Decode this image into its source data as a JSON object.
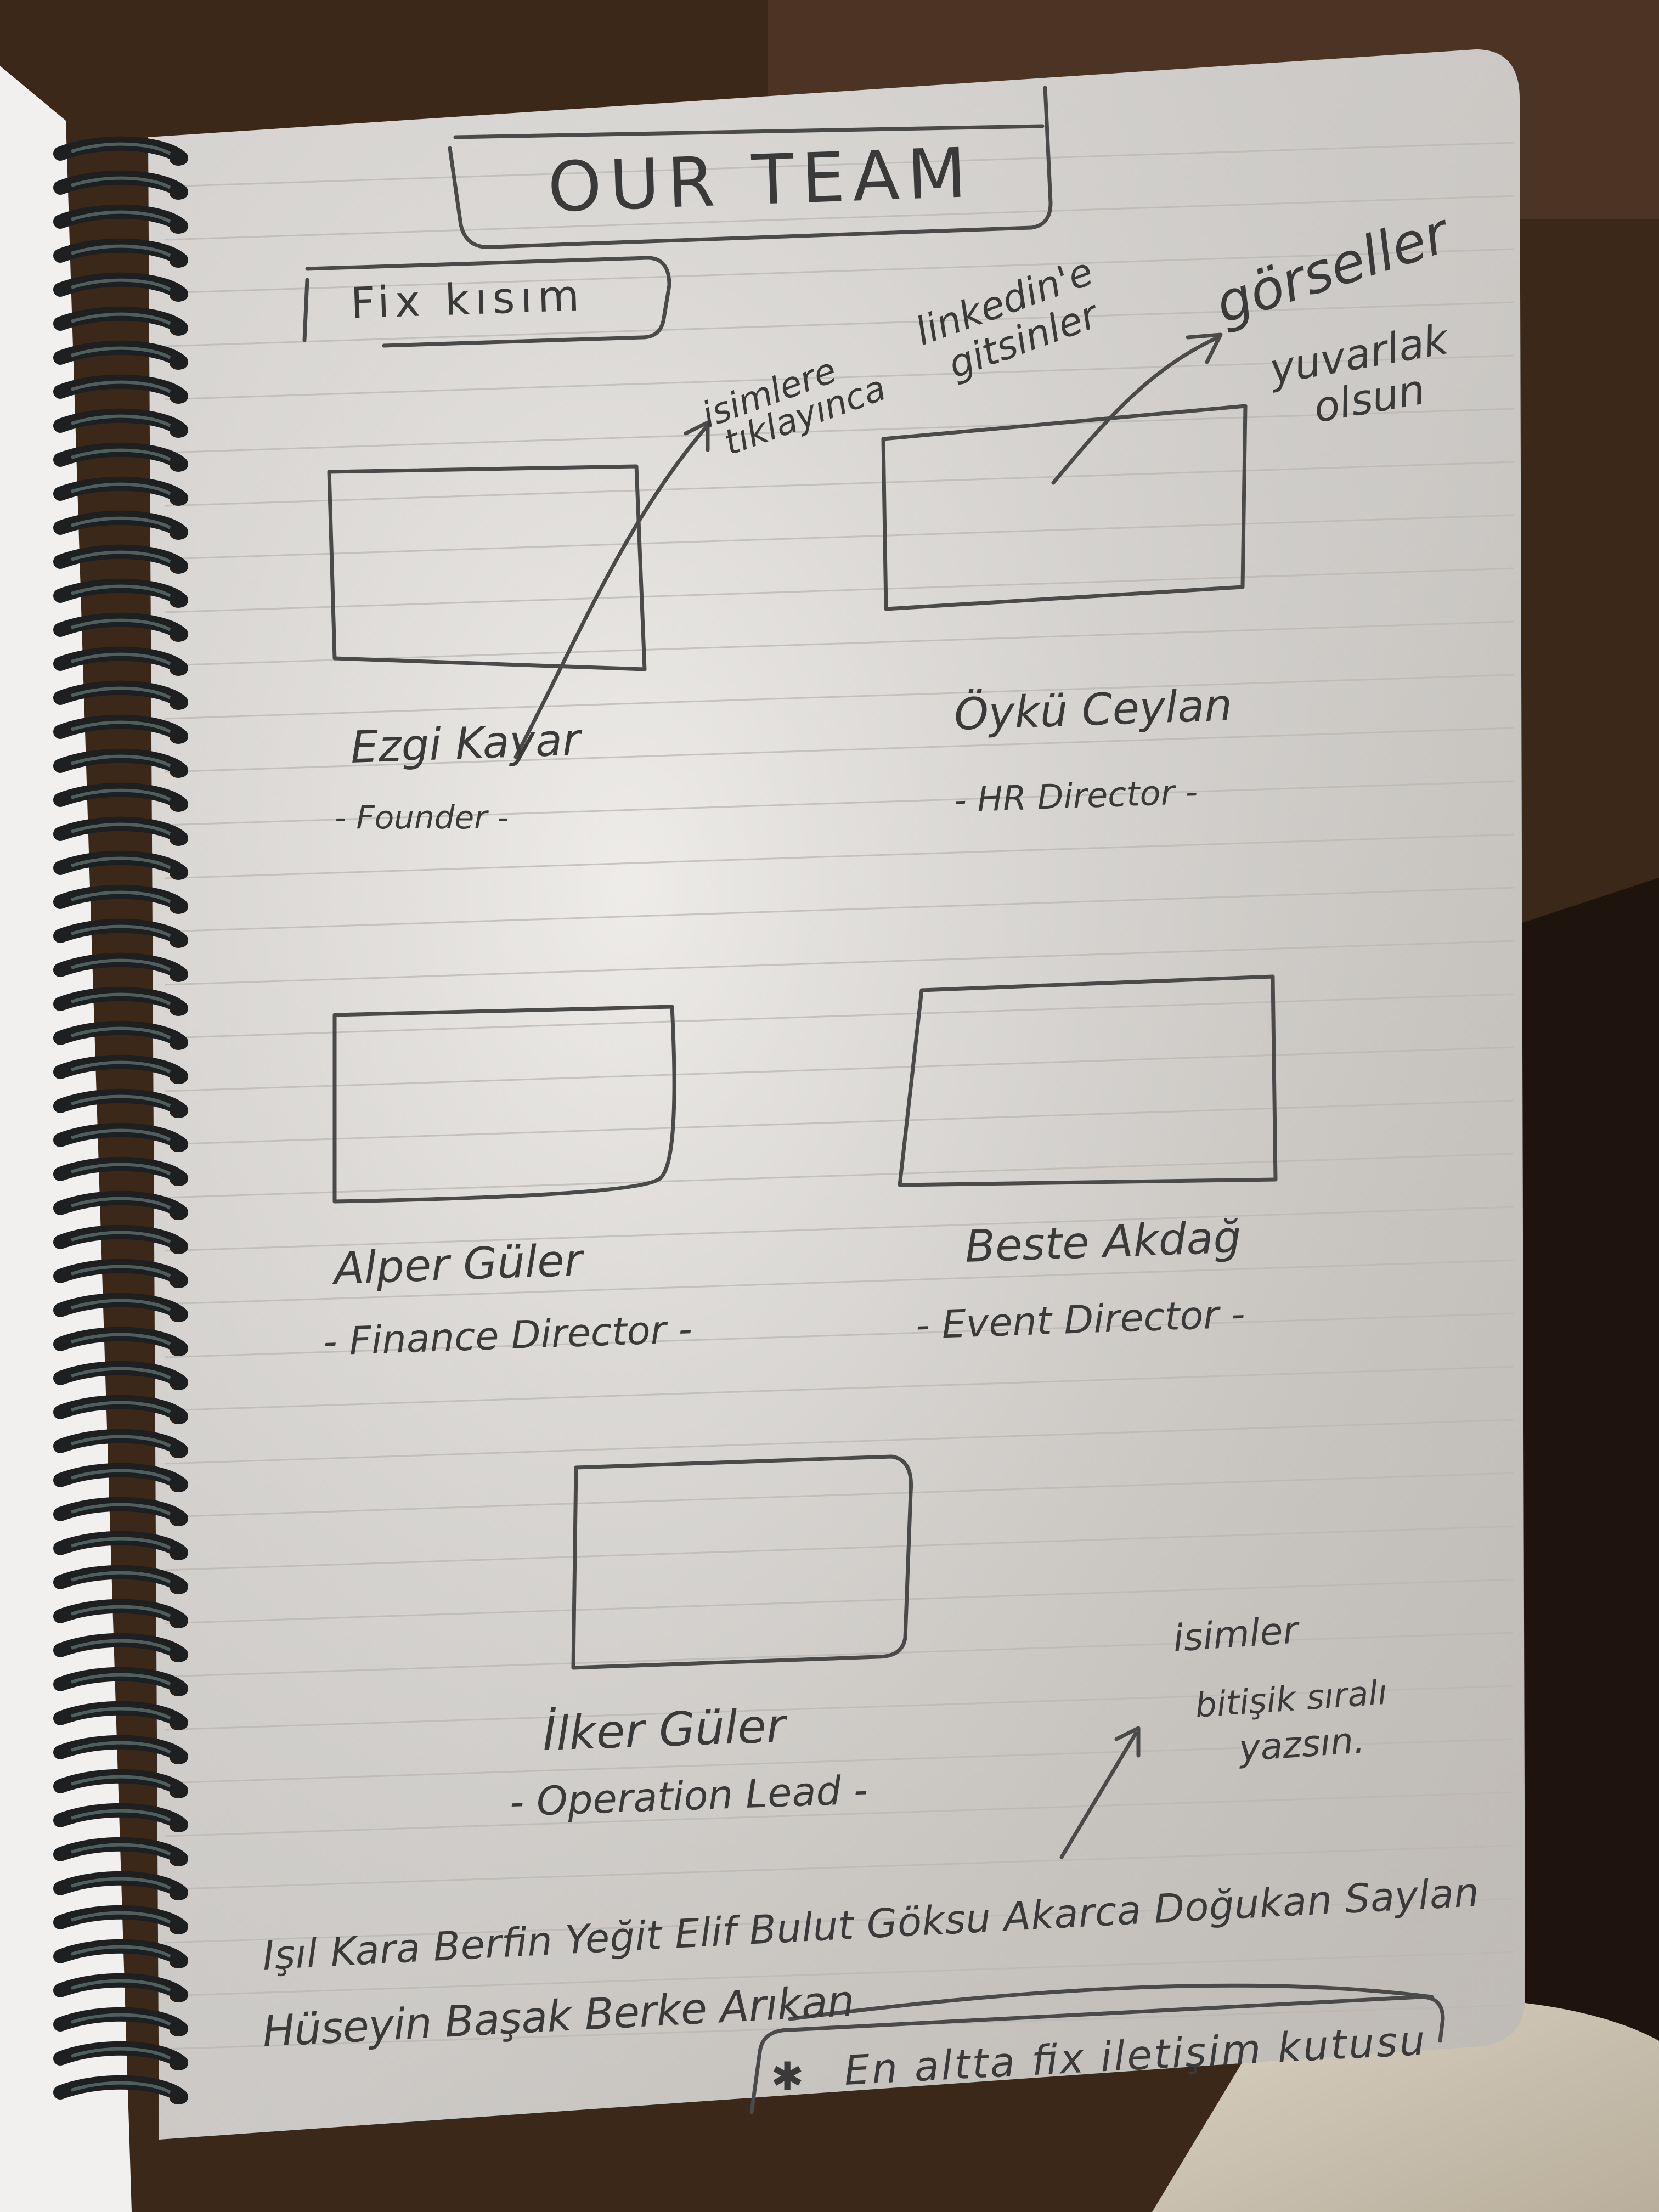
{
  "colors": {
    "paper": "#e9e6e3",
    "pencil": "#3b3b3b",
    "ring": "#1d1f21",
    "table": "#3b2819",
    "fabric": "#cfc6b6"
  },
  "header": {
    "title": "OUR TEAM",
    "fixed_label": "Fix kısım"
  },
  "annotations": {
    "linkedin_note": [
      "isimlere",
      "tıklayınca",
      "linkedin'e",
      "gitsinler"
    ],
    "images_note": [
      "görseller",
      "yuvarlak",
      "olsun"
    ],
    "names_note": [
      "isimler",
      "bitişik sıralı",
      "yazsın."
    ]
  },
  "members": [
    {
      "name": "Ezgi Kayar",
      "role": "- Founder -"
    },
    {
      "name": "Öykü Ceylan",
      "role": "- HR Director -"
    },
    {
      "name": "Alper Güler",
      "role": "- Finance Director -"
    },
    {
      "name": "Beste Akdağ",
      "role": "- Event Director -"
    },
    {
      "name": "İlker Güler",
      "role": "- Operation Lead -"
    }
  ],
  "names_row": {
    "line1": "Işıl Kara Berfin Yeğit Elif Bulut Göksu Akarca Doğukan Saylan",
    "line2": "Hüseyin Başak Berke Arıkan"
  },
  "footer_note": "En altta fix iletişim kutusu"
}
